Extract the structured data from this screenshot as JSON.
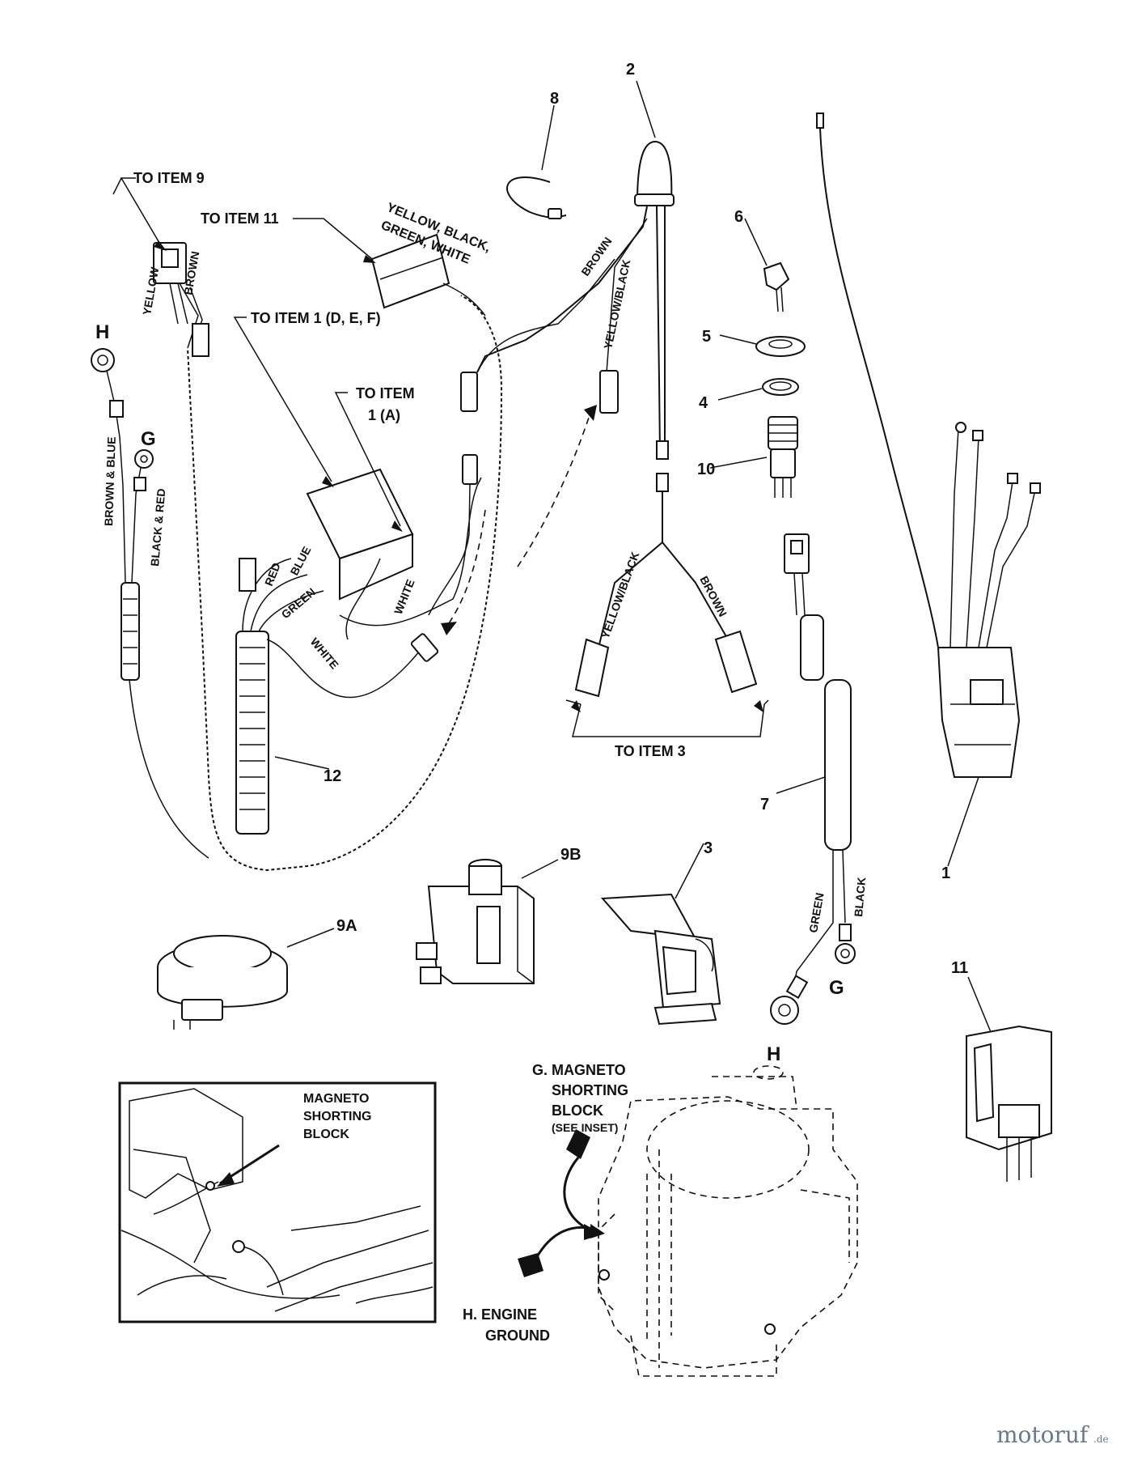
{
  "labels": {
    "to_item_9": "TO ITEM 9",
    "to_item_11": "TO ITEM 11",
    "to_item_1_def": "TO ITEM 1 (D, E, F)",
    "to_item_1a_line1": "TO ITEM",
    "to_item_1a_line2": "1 (A)",
    "to_item_3": "TO ITEM 3",
    "connector_colors_line1": "YELLOW, BLACK,",
    "connector_colors_line2": "GREEN, WHITE",
    "magneto_inset_line1": "MAGNETO",
    "magneto_inset_line2": "SHORTING",
    "magneto_inset_line3": "BLOCK",
    "g_magneto_line1": "G. MAGNETO",
    "g_magneto_line2": "SHORTING",
    "g_magneto_line3": "BLOCK",
    "g_magneto_line4": "(SEE INSET)",
    "h_engine_line1": "H. ENGINE",
    "h_engine_line2": "GROUND"
  },
  "wire_labels": {
    "yellow": "YELLOW",
    "brown": "BROWN",
    "brown_and_blue": "BROWN & BLUE",
    "black_and_red": "BLACK & RED",
    "red": "RED",
    "blue": "BLUE",
    "green": "GREEN",
    "white": "WHITE",
    "yellow_black": "YELLOW/BLACK",
    "black": "BLACK"
  },
  "terminals": {
    "h": "H",
    "g": "G"
  },
  "callouts": {
    "item_1": "1",
    "item_2": "2",
    "item_3": "3",
    "item_4": "4",
    "item_5": "5",
    "item_6": "6",
    "item_7": "7",
    "item_8": "8",
    "item_9a": "9A",
    "item_9b": "9B",
    "item_10": "10",
    "item_11": "11",
    "item_12": "12"
  },
  "watermark": {
    "brand": "motoruf",
    "suffix": ".de"
  }
}
